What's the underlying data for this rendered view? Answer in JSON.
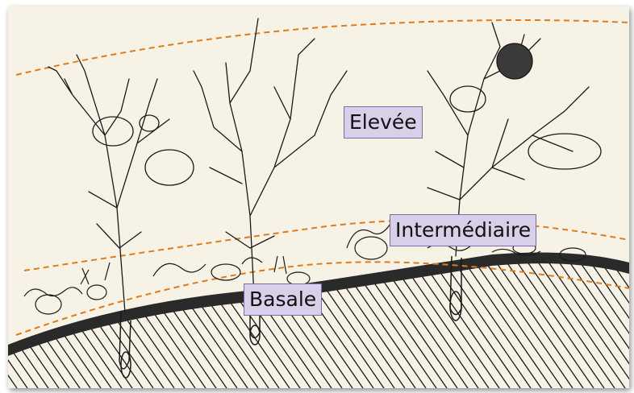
{
  "labels": {
    "elevee": "Elevée",
    "intermediaire": "Intermédiaire",
    "basale": "Basale"
  },
  "colors": {
    "background": "#f6f2e6",
    "ink": "#1a1a1a",
    "dashed_boundary": "#e07b1a",
    "label_fill": "#d8cfe8",
    "label_border": "#7f6aa6"
  }
}
